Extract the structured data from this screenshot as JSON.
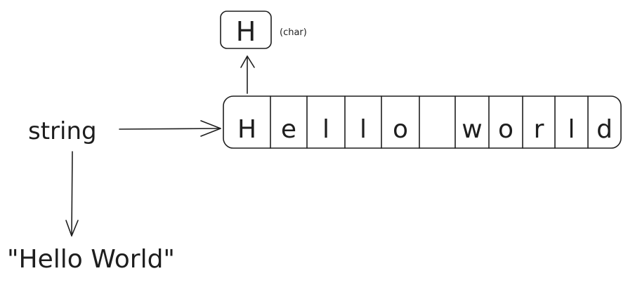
{
  "char_box": {
    "value": "H",
    "type_label": "(char)"
  },
  "variable": {
    "name": "string",
    "value": "\"Hello World\""
  },
  "array": {
    "cells": [
      "H",
      "e",
      "l",
      "l",
      "o",
      "",
      "w",
      "o",
      "r",
      "l",
      "d"
    ]
  }
}
